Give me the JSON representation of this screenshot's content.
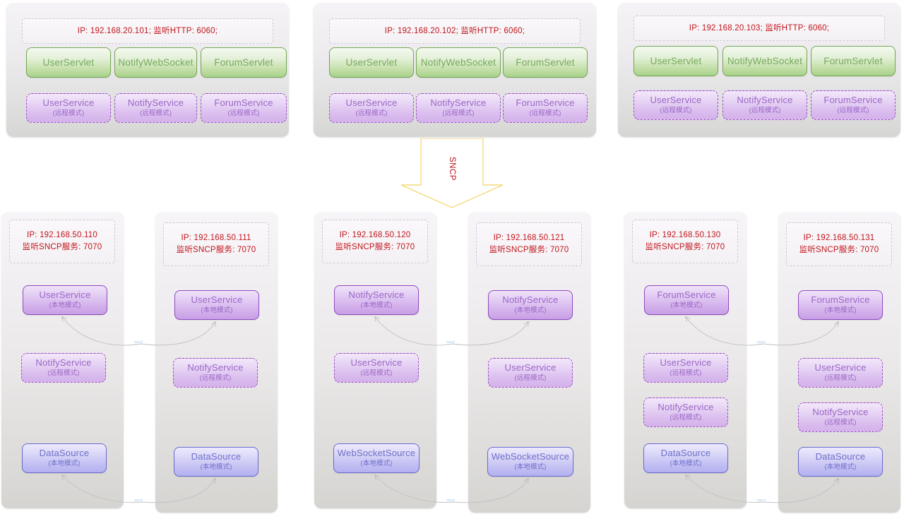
{
  "diagram": {
    "protocol_label": "SNCP",
    "link_label": "SNCP",
    "colors": {
      "header_text": "#c0151b",
      "servlet_border": "#72a851",
      "servlet_text": "#77a95c",
      "service_border_local": "#8e4bbf",
      "service_border_remote": "#9b4fc4",
      "service_text": "#9a66c6",
      "datasource_border": "#6a6ad0",
      "datasource_text": "#6f6fc9",
      "arrow_stroke": "#f5d97a",
      "link_stroke": "#b9b9b9",
      "link_label": "#9dc3ec",
      "node_background": "#e6e5e4"
    },
    "modes": {
      "local": "(本地模式)",
      "remote": "(远程模式)"
    }
  },
  "web_tier": [
    {
      "id": "web-101",
      "header": [
        "IP: 192.168.20.101;  监听HTTP: 6060;"
      ],
      "servlets": [
        "UserServlet",
        "NotifyWebSocket",
        "ForumServlet"
      ],
      "services": [
        {
          "name": "UserService",
          "mode": "(远程模式)"
        },
        {
          "name": "NotifyService",
          "mode": "(远程模式)"
        },
        {
          "name": "ForumService",
          "mode": "(远程模式)"
        }
      ]
    },
    {
      "id": "web-102",
      "header": [
        "IP: 192.168.20.102;  监听HTTP: 6060;"
      ],
      "servlets": [
        "UserServlet",
        "NotifyWebSocket",
        "ForumServlet"
      ],
      "services": [
        {
          "name": "UserService",
          "mode": "(远程模式)"
        },
        {
          "name": "NotifyService",
          "mode": "(远程模式)"
        },
        {
          "name": "ForumService",
          "mode": "(远程模式)"
        }
      ]
    },
    {
      "id": "web-103",
      "header": [
        "IP: 192.168.20.103;  监听HTTP: 6060;"
      ],
      "servlets": [
        "UserServlet",
        "NotifyWebSocket",
        "ForumServlet"
      ],
      "services": [
        {
          "name": "UserService",
          "mode": "(远程模式)"
        },
        {
          "name": "NotifyService",
          "mode": "(远程模式)"
        },
        {
          "name": "ForumService",
          "mode": "(远程模式)"
        }
      ]
    }
  ],
  "service_tier": [
    {
      "id": "svc-110",
      "header": [
        "IP: 192.168.50.110",
        "监听SNCP服务: 7070"
      ],
      "components": [
        {
          "name": "UserService",
          "mode": "(本地模式)",
          "kind": "svc-local"
        },
        {
          "name": "NotifyService",
          "mode": "(远程模式)",
          "kind": "svc-remote"
        },
        {
          "name": "DataSource",
          "mode": "(本地模式)",
          "kind": "datasource"
        }
      ]
    },
    {
      "id": "svc-111",
      "header": [
        "IP: 192.168.50.111",
        "监听SNCP服务: 7070"
      ],
      "components": [
        {
          "name": "UserService",
          "mode": "(本地模式)",
          "kind": "svc-local"
        },
        {
          "name": "NotifyService",
          "mode": "(远程模式)",
          "kind": "svc-remote"
        },
        {
          "name": "DataSource",
          "mode": "(本地模式)",
          "kind": "datasource"
        }
      ]
    },
    {
      "id": "svc-120",
      "header": [
        "IP: 192.168.50.120",
        "监听SNCP服务: 7070"
      ],
      "components": [
        {
          "name": "NotifyService",
          "mode": "(本地模式)",
          "kind": "svc-local"
        },
        {
          "name": "UserService",
          "mode": "(远程模式)",
          "kind": "svc-remote"
        },
        {
          "name": "WebSocketSource",
          "mode": "(本地模式)",
          "kind": "datasource"
        }
      ]
    },
    {
      "id": "svc-121",
      "header": [
        "IP: 192.168.50.121",
        "监听SNCP服务: 7070"
      ],
      "components": [
        {
          "name": "NotifyService",
          "mode": "(本地模式)",
          "kind": "svc-local"
        },
        {
          "name": "UserService",
          "mode": "(远程模式)",
          "kind": "svc-remote"
        },
        {
          "name": "WebSocketSource",
          "mode": "(本地模式)",
          "kind": "datasource"
        }
      ]
    },
    {
      "id": "svc-130",
      "header": [
        "IP: 192.168.50.130",
        "监听SNCP服务: 7070"
      ],
      "components": [
        {
          "name": "ForumService",
          "mode": "(本地模式)",
          "kind": "svc-local"
        },
        {
          "name": "UserService",
          "mode": "(远程模式)",
          "kind": "svc-remote"
        },
        {
          "name": "NotifyService",
          "mode": "(远程模式)",
          "kind": "svc-remote"
        },
        {
          "name": "DataSource",
          "mode": "(本地模式)",
          "kind": "datasource"
        }
      ]
    },
    {
      "id": "svc-131",
      "header": [
        "IP: 192.168.50.131",
        "监听SNCP服务: 7070"
      ],
      "components": [
        {
          "name": "ForumService",
          "mode": "(本地模式)",
          "kind": "svc-local"
        },
        {
          "name": "UserService",
          "mode": "(远程模式)",
          "kind": "svc-remote"
        },
        {
          "name": "NotifyService",
          "mode": "(远程模式)",
          "kind": "svc-remote"
        },
        {
          "name": "DataSource",
          "mode": "(本地模式)",
          "kind": "datasource"
        }
      ]
    }
  ]
}
